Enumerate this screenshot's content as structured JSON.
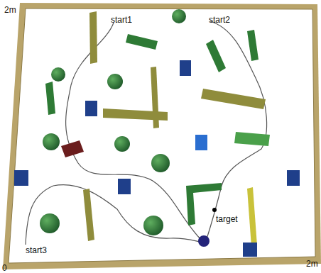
{
  "diagram": {
    "labels": [
      "2m",
      "start1",
      "start2",
      "start3",
      "target",
      "0",
      "2m"
    ]
  }
}
